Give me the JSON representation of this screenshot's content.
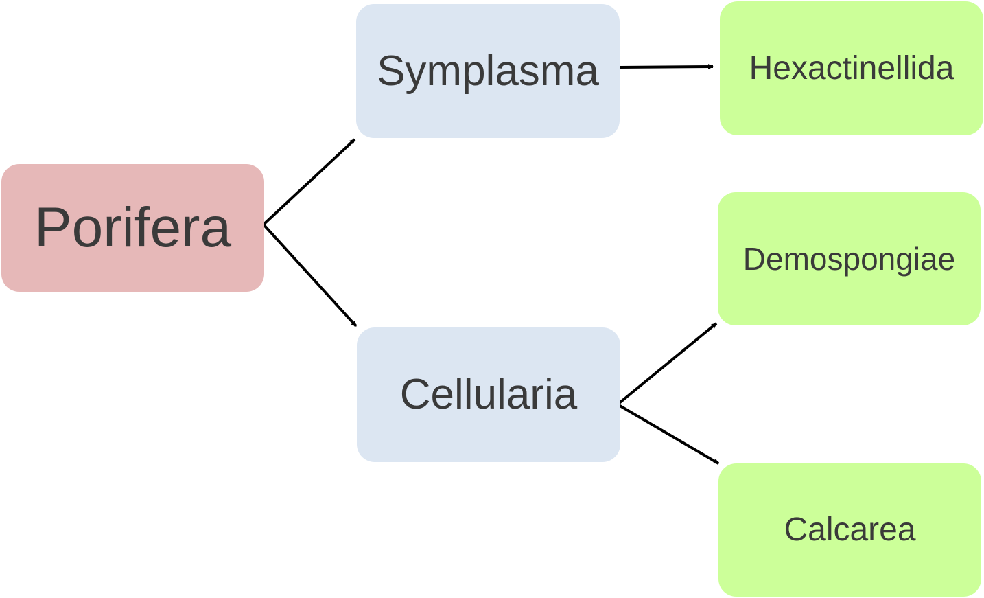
{
  "diagram": {
    "colors": {
      "root": "#e6b8b8",
      "intermediate": "#dce6f2",
      "leaf": "#ccff99",
      "text": "#3a3a3a",
      "edge": "#000000"
    },
    "nodes": {
      "porifera": {
        "label": "Porifera",
        "level": "root"
      },
      "symplasma": {
        "label": "Symplasma",
        "level": "intermediate"
      },
      "cellularia": {
        "label": "Cellularia",
        "level": "intermediate"
      },
      "hexactinellida": {
        "label": "Hexactinellida",
        "level": "leaf"
      },
      "demospongiae": {
        "label": "Demospongiae",
        "level": "leaf"
      },
      "calcarea": {
        "label": "Calcarea",
        "level": "leaf"
      }
    },
    "edges": [
      {
        "from": "porifera",
        "to": "symplasma"
      },
      {
        "from": "porifera",
        "to": "cellularia"
      },
      {
        "from": "symplasma",
        "to": "hexactinellida"
      },
      {
        "from": "cellularia",
        "to": "demospongiae"
      },
      {
        "from": "cellularia",
        "to": "calcarea"
      }
    ]
  }
}
